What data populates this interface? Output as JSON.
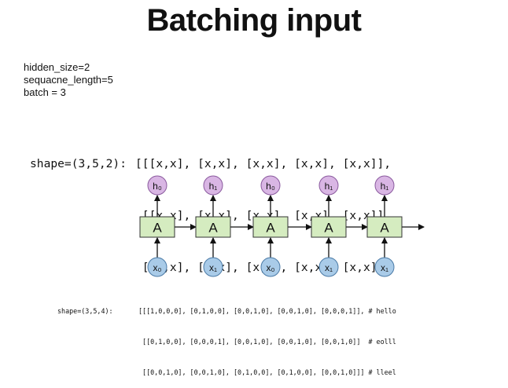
{
  "title": "Batching input",
  "params": [
    "hidden_size=2",
    "sequacne_length=5",
    "batch = 3"
  ],
  "shape_top": {
    "label": "shape=(3,5,2):",
    "rows": [
      "[[[x,x], [x,x], [x,x], [x,x], [x,x]],",
      " [[x,x], [x,x], [x,x], [x,x], [x,x]],",
      " [[x,x], [x,x], [x,x], [x,x], [x,x]]]"
    ]
  },
  "diagram": {
    "cells": [
      {
        "cell": "A",
        "h": "h₀",
        "x": "x₀"
      },
      {
        "cell": "A",
        "h": "h₁",
        "x": "x₁"
      },
      {
        "cell": "A",
        "h": "h₀",
        "x": "x₀"
      },
      {
        "cell": "A",
        "h": "h₁",
        "x": "x₁"
      },
      {
        "cell": "A",
        "h": "h₁",
        "x": "x₁"
      }
    ],
    "colors": {
      "cell_fill": "#d5ecc0",
      "cell_stroke": "#333333",
      "h_fill": "#d9b6e4",
      "h_stroke": "#8a5a9e",
      "x_fill": "#a9cbe8",
      "x_stroke": "#4a7aa6"
    }
  },
  "shape_bottom": {
    "label": "shape=(3,5,4):",
    "rows": [
      "[[[1,0,0,0], [0,1,0,0], [0,0,1,0], [0,0,1,0], [0,0,0,1]], # hello",
      " [[0,1,0,0], [0,0,0,1], [0,0,1,0], [0,0,1,0], [0,0,1,0]]  # eolll",
      " [[0,0,1,0], [0,0,1,0], [0,1,0,0], [0,1,0,0], [0,0,1,0]]] # lleel"
    ]
  }
}
